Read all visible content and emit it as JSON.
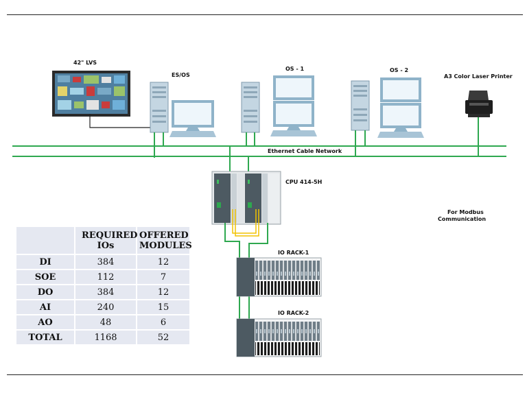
{
  "labels": {
    "lvs": "42\" LVS",
    "es_os": "ES/OS",
    "os1": "OS - 1",
    "os2": "OS - 2",
    "printer": "A3 Color Laser Printer",
    "network": "Ethernet Cable Network",
    "cpu": "CPU 414-5H",
    "modbus_line1": "For Modbus",
    "modbus_line2": "Communication",
    "rack1": "IO RACK-1",
    "rack2": "IO RACK-2"
  },
  "colors": {
    "network_line": "#2ea84f",
    "cable_yellow": "#f2c200",
    "table_cell": "#e5e8f1",
    "monitor_frame": "#8fb3c9",
    "monitor_screen": "#eef6fb"
  },
  "table": {
    "headers": [
      "",
      "REQUIRED IOs",
      "OFFERED MODULES"
    ],
    "rows": [
      {
        "type": "DI",
        "required": "384",
        "offered": "12"
      },
      {
        "type": "SOE",
        "required": "112",
        "offered": "7"
      },
      {
        "type": "DO",
        "required": "384",
        "offered": "12"
      },
      {
        "type": "AI",
        "required": "240",
        "offered": "15"
      },
      {
        "type": "AO",
        "required": "48",
        "offered": "6"
      },
      {
        "type": "TOTAL",
        "required": "1168",
        "offered": "52"
      }
    ]
  }
}
